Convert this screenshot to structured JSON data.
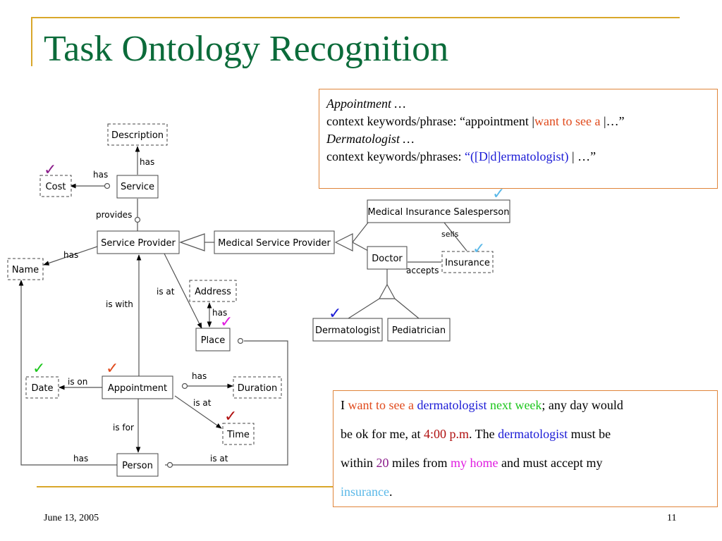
{
  "slide": {
    "title": "Task Ontology Recognition",
    "date": "June 13, 2005",
    "page_number": "11"
  },
  "context_box": {
    "line1": "Appointment …",
    "line2_prefix": "context keywords/phrase: “appointment |",
    "line2_red": "want to see a",
    "line2_suffix": " |…”",
    "line3": "Dermatologist …",
    "line4_prefix": "context keywords/phrases: ",
    "line4_blue": "“([D|d]ermatologist)",
    "line4_suffix": " | …”"
  },
  "query_box": {
    "l1_a": "I ",
    "l1_b": "want to see a",
    "l1_c": " ",
    "l1_d": "dermatologist",
    "l1_e": " ",
    "l1_f": "next week",
    "l1_g": "; any day would",
    "l2_a": "be ok for me, at ",
    "l2_b": "4:00 p.m",
    "l2_c": ". The ",
    "l2_d": "dermatologist",
    "l2_e": " must be",
    "l3_a": "within ",
    "l3_b": "20",
    "l3_c": " miles from ",
    "l3_d": "my home",
    "l3_e": " and must accept my",
    "l4_a": "insurance",
    "l4_b": "."
  },
  "diagram": {
    "nodes": {
      "description": "Description",
      "cost": "Cost",
      "service": "Service",
      "service_provider": "Service Provider",
      "medical_service_provider": "Medical Service Provider",
      "name": "Name",
      "address": "Address",
      "place": "Place",
      "medical_insurance_salesperson": "Medical Insurance Salesperson",
      "doctor": "Doctor",
      "insurance": "Insurance",
      "dermatologist": "Dermatologist",
      "pediatrician": "Pediatrician",
      "date": "Date",
      "appointment": "Appointment",
      "duration": "Duration",
      "time": "Time",
      "person": "Person"
    },
    "edges": {
      "has_description": "has",
      "has_cost": "has",
      "provides": "provides",
      "has_name": "has",
      "is_with": "is with",
      "is_at_place": "is at",
      "has_address": "has",
      "sells": "sells",
      "accepts": "accepts",
      "is_on": "is on",
      "has_duration": "has",
      "is_at_time": "is at",
      "is_for": "is for",
      "person_has": "has",
      "person_is_at": "is at"
    },
    "check_mark": "✓",
    "check_colors": {
      "cost": "#8a1c8a",
      "salesperson": "#5ab8e8",
      "insurance": "#5ab8e8",
      "dermatologist": "#1a1ad6",
      "place": "#e01ae0",
      "date": "#1cc61c",
      "appointment": "#e04a1c",
      "time": "#b01010"
    }
  }
}
